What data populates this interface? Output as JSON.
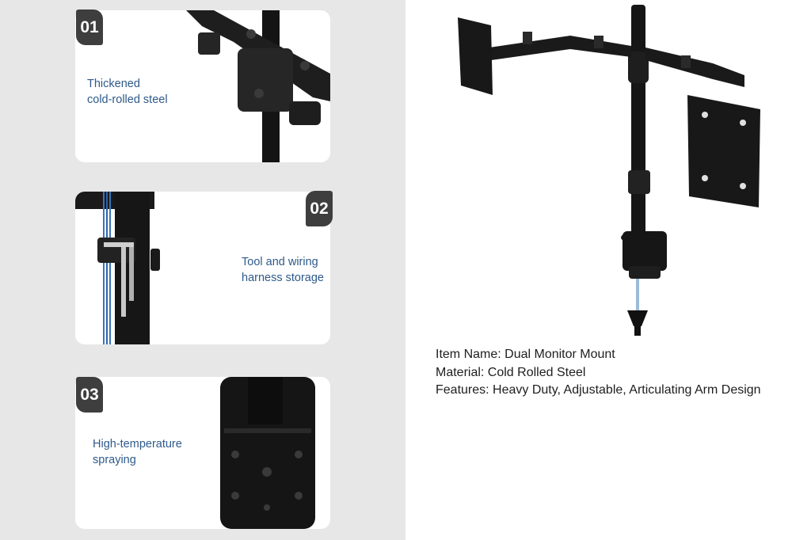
{
  "features": [
    {
      "number": "01",
      "caption": "Thickened\ncold-rolled steel"
    },
    {
      "number": "02",
      "caption": "Tool and wiring\nharness storage"
    },
    {
      "number": "03",
      "caption": "High-temperature\nspraying"
    }
  ],
  "product_info": {
    "item_name": "Item Name: Dual Monitor Mount",
    "material": "Material: Cold Rolled Steel",
    "features": "Features: Heavy Duty, Adjustable, Articulating Arm Design"
  },
  "colors": {
    "panel_bg": "#e7e7e7",
    "badge_bg": "#3e3e3e",
    "caption_text": "#2e5a8a",
    "steel": "#1a1a1a"
  }
}
